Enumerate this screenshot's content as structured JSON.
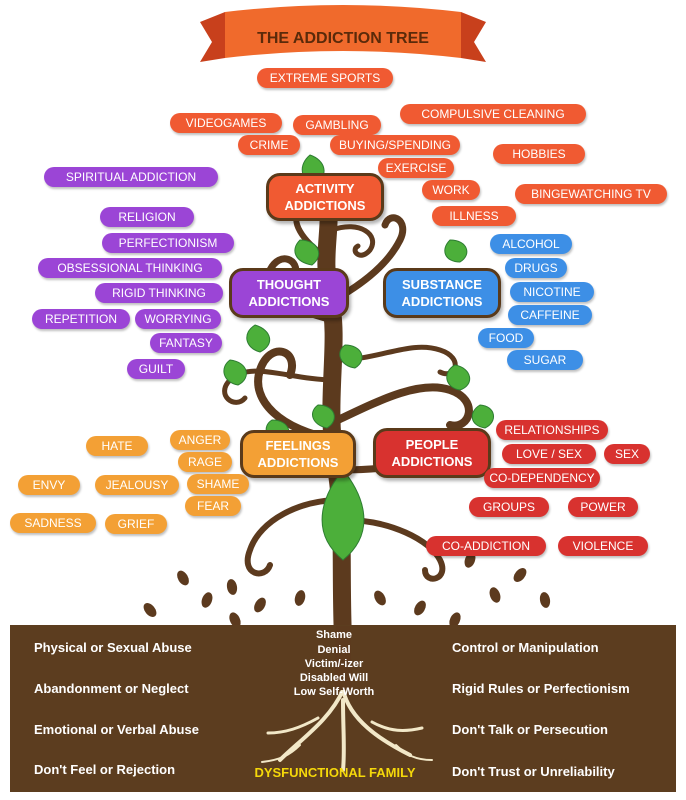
{
  "title": "THE ADDICTION TREE",
  "hubs": {
    "activity": [
      "ACTIVITY",
      "ADDICTIONS"
    ],
    "thought": [
      "THOUGHT",
      "ADDICTIONS"
    ],
    "substance": [
      "SUBSTANCE",
      "ADDICTIONS"
    ],
    "feelings": [
      "FEELINGS",
      "ADDICTIONS"
    ],
    "people": [
      "PEOPLE",
      "ADDICTIONS"
    ]
  },
  "activity_items": [
    "EXTREME SPORTS",
    "VIDEOGAMES",
    "GAMBLING",
    "COMPULSIVE CLEANING",
    "CRIME",
    "BUYING/SPENDING",
    "HOBBIES",
    "EXERCISE",
    "WORK",
    "BINGEWATCHING TV",
    "ILLNESS"
  ],
  "thought_items": [
    "SPIRITUAL ADDICTION",
    "RELIGION",
    "PERFECTIONISM",
    "OBSESSIONAL THINKING",
    "RIGID THINKING",
    "REPETITION",
    "WORRYING",
    "FANTASY",
    "GUILT"
  ],
  "substance_items": [
    "ALCOHOL",
    "DRUGS",
    "NICOTINE",
    "CAFFEINE",
    "FOOD",
    "SUGAR"
  ],
  "feelings_items": [
    "ANGER",
    "HATE",
    "RAGE",
    "SHAME",
    "ENVY",
    "JEALOUSY",
    "FEAR",
    "SADNESS",
    "GRIEF"
  ],
  "people_items": [
    "RELATIONSHIPS",
    "LOVE / SEX",
    "SEX",
    "CO-DEPENDENCY",
    "GROUPS",
    "POWER",
    "CO-ADDICTION",
    "VIOLENCE"
  ],
  "roots": {
    "left": [
      "Physical or Sexual Abuse",
      "Abandonment or Neglect",
      "Emotional or Verbal Abuse",
      "Don't Feel or Rejection"
    ],
    "right": [
      "Control or Manipulation",
      "Rigid Rules or Perfectionism",
      "Don't Talk or Persecution",
      "Don't Trust or Unreliability"
    ],
    "core": [
      "Shame",
      "Denial",
      "Victim/-izer",
      "Disabled Will",
      "Low Self-Worth"
    ],
    "base": "DYSFUNCTIONAL FAMILY"
  },
  "colors": {
    "activity": "#f05a32",
    "thought": "#9b45d6",
    "substance": "#3d8fe6",
    "people": "#d8322f",
    "feelings": "#f3a035",
    "trunk": "#5c3a1e",
    "leaf": "#4caf3a",
    "soil": "#5c3d1f",
    "base_label": "#f5d80a"
  }
}
